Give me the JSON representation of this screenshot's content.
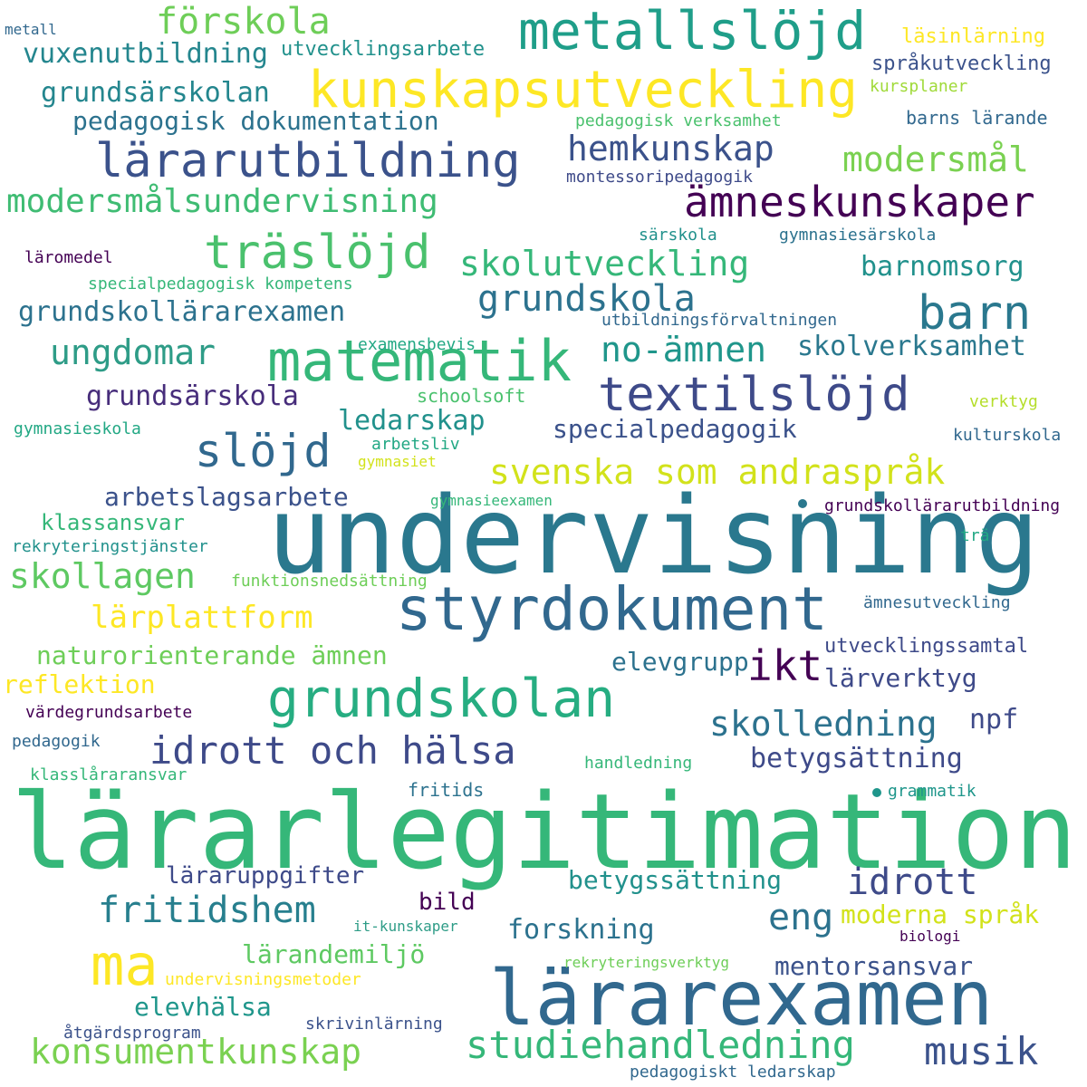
{
  "words": [
    {
      "text": "lärarlegitimation",
      "color": "#35b779"
    },
    {
      "text": "undervisning",
      "color": "#2a788e"
    },
    {
      "text": "lärarexamen",
      "color": "#31688e"
    },
    {
      "text": "kunskapsutveckling",
      "color": "#fde725"
    },
    {
      "text": "metallslöjd",
      "color": "#1f9e89"
    },
    {
      "text": "styrdokument",
      "color": "#31688e"
    },
    {
      "text": "grundskolan",
      "color": "#26ad81"
    },
    {
      "text": "matematik",
      "color": "#35b779"
    },
    {
      "text": "textilslöjd",
      "color": "#3e4a89"
    },
    {
      "text": "lärarutbildning",
      "color": "#3b528b"
    },
    {
      "text": "ämneskunskaper",
      "color": "#440154"
    },
    {
      "text": "träslöjd",
      "color": "#4ac16d"
    },
    {
      "text": "idrott och hälsa",
      "color": "#3e4a89"
    },
    {
      "text": "barn",
      "color": "#2a788e"
    },
    {
      "text": "förskola",
      "color": "#6ece58"
    },
    {
      "text": "slöjd",
      "color": "#31688e"
    },
    {
      "text": "ma",
      "color": "#fde725"
    },
    {
      "text": "studiehandledning",
      "color": "#35b779"
    },
    {
      "text": "musik",
      "color": "#3b528b"
    },
    {
      "text": "svenska som andraspråk",
      "color": "#d2e21b"
    },
    {
      "text": "konsumentkunskap",
      "color": "#7ad151"
    },
    {
      "text": "skolutveckling",
      "color": "#35b779"
    },
    {
      "text": "modersmålsundervisning",
      "color": "#3fbc73"
    },
    {
      "text": "ikt",
      "color": "#440154"
    },
    {
      "text": "hemkunskap",
      "color": "#3b528b"
    },
    {
      "text": "modersmål",
      "color": "#7ad151"
    },
    {
      "text": "grundskola",
      "color": "#2c728e"
    },
    {
      "text": "ungdomar",
      "color": "#2e9c87"
    },
    {
      "text": "fritidshem",
      "color": "#277f8e"
    },
    {
      "text": "idrott",
      "color": "#3e4a89"
    },
    {
      "text": "skollagen",
      "color": "#5ec962"
    },
    {
      "text": "no-ämnen",
      "color": "#1f968b"
    },
    {
      "text": "skolledning",
      "color": "#2c728e"
    },
    {
      "text": "eng",
      "color": "#2c728e"
    },
    {
      "text": "lärplattform",
      "color": "#fde725"
    },
    {
      "text": "skolverksamhet",
      "color": "#2a788e"
    },
    {
      "text": "grundsärskola",
      "color": "#472d7b"
    },
    {
      "text": "grundsärskolan",
      "color": "#24868e"
    },
    {
      "text": "vuxenutbildning",
      "color": "#24868e"
    },
    {
      "text": "pedagogisk dokumentation",
      "color": "#2c728e"
    },
    {
      "text": "grundskollärarexamen",
      "color": "#2c728e"
    },
    {
      "text": "barnomsorg",
      "color": "#21918c"
    },
    {
      "text": "ledarskap",
      "color": "#21918c"
    },
    {
      "text": "specialpedagogik",
      "color": "#3b528b"
    },
    {
      "text": "arbetslagsarbete",
      "color": "#3b528b"
    },
    {
      "text": "naturorienterande ämnen",
      "color": "#6ece58"
    },
    {
      "text": "elevgrupp",
      "color": "#2c728e"
    },
    {
      "text": "lärverktyg",
      "color": "#3e4a89"
    },
    {
      "text": "npf",
      "color": "#3e4a89"
    },
    {
      "text": "betygsättning",
      "color": "#3e4a89"
    },
    {
      "text": "betygssättning",
      "color": "#21918c"
    },
    {
      "text": "forskning",
      "color": "#2c728e"
    },
    {
      "text": "mentorsansvar",
      "color": "#3b528b"
    },
    {
      "text": "lärandemiljö",
      "color": "#5ec962"
    },
    {
      "text": "elevhälsa",
      "color": "#1f968b"
    },
    {
      "text": "moderna språk",
      "color": "#d2e21b"
    },
    {
      "text": "reflektion",
      "color": "#fde725"
    },
    {
      "text": "klassansvar",
      "color": "#35b779"
    },
    {
      "text": "bild",
      "color": "#440154"
    },
    {
      "text": "läraruppgifter",
      "color": "#3e4a89"
    },
    {
      "text": "utvecklingssamtal",
      "color": "#3e4a89"
    },
    {
      "text": "utvecklingsarbete",
      "color": "#21918c"
    },
    {
      "text": "läsinlärning",
      "color": "#fde725"
    },
    {
      "text": "språkutveckling",
      "color": "#3b528b"
    },
    {
      "text": "kursplaner",
      "color": "#a0da39"
    },
    {
      "text": "barns lärande",
      "color": "#31688e"
    },
    {
      "text": "pedagogisk verksamhet",
      "color": "#4ac16d"
    },
    {
      "text": "montessoripedagogik",
      "color": "#3e4a89"
    },
    {
      "text": "särskola",
      "color": "#21918c"
    },
    {
      "text": "gymnasiesärskola",
      "color": "#2c728e"
    },
    {
      "text": "läromedel",
      "color": "#440154"
    },
    {
      "text": "specialpedagogisk kompetens",
      "color": "#35b779"
    },
    {
      "text": "utbildningsförvaltningen",
      "color": "#31688e"
    },
    {
      "text": "examensbevis",
      "color": "#22a884"
    },
    {
      "text": "schoolsoft",
      "color": "#4ac16d"
    },
    {
      "text": "verktyg",
      "color": "#b5de2b"
    },
    {
      "text": "gymnasieskola",
      "color": "#22a884"
    },
    {
      "text": "arbetsliv",
      "color": "#22a884"
    },
    {
      "text": "gymnasiet",
      "color": "#d2e21b"
    },
    {
      "text": "kulturskola",
      "color": "#31688e"
    },
    {
      "text": "gymnasieexamen",
      "color": "#35b779"
    },
    {
      "text": "grundskollärarutbildning",
      "color": "#440154"
    },
    {
      "text": "rekryteringstjänster",
      "color": "#21918c"
    },
    {
      "text": "trä",
      "color": "#22a884"
    },
    {
      "text": "funktionsnedsättning",
      "color": "#6ece58"
    },
    {
      "text": "ämnesutveckling",
      "color": "#31688e"
    },
    {
      "text": "värdegrundsarbete",
      "color": "#440154"
    },
    {
      "text": "pedagogik",
      "color": "#31688e"
    },
    {
      "text": "handledning",
      "color": "#35b779"
    },
    {
      "text": "klasslåraransvar",
      "color": "#35b779"
    },
    {
      "text": "grammatik",
      "color": "#1f968b"
    },
    {
      "text": "fritids",
      "color": "#2c728e"
    },
    {
      "text": "it-kunskaper",
      "color": "#2e9c87"
    },
    {
      "text": "biologi",
      "color": "#440154"
    },
    {
      "text": "undervisningsmetoder",
      "color": "#fde725"
    },
    {
      "text": "rekryteringsverktyg",
      "color": "#6ece58"
    },
    {
      "text": "skrivinlärning",
      "color": "#3b528b"
    },
    {
      "text": "åtgärdsprogram",
      "color": "#3b528b"
    },
    {
      "text": "pedagogiskt ledarskap",
      "color": "#31688e"
    },
    {
      "text": "metall",
      "color": "#31688e"
    }
  ],
  "dots": [
    {
      "color": "#2a788e"
    },
    {
      "color": "#1f968b"
    }
  ]
}
